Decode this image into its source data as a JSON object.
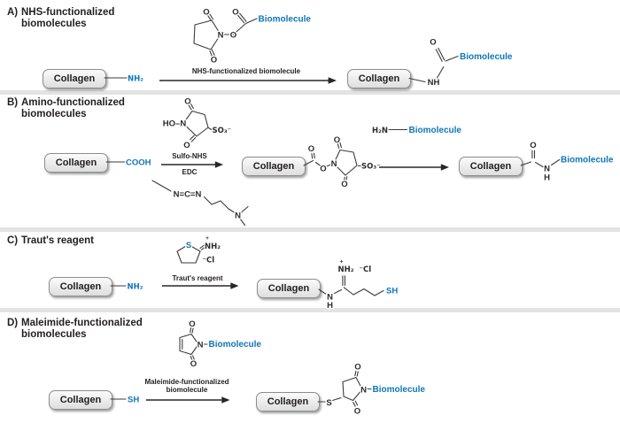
{
  "colors": {
    "accent_blue": "#1076b8",
    "bond": "#3e3a3b",
    "separator": "#e3e3e3"
  },
  "tokens": {
    "collagen": "Collagen",
    "biomolecule": "Biomolecule",
    "O": "O",
    "N": "N",
    "NH": "NH",
    "H": "H",
    "S": "S",
    "NH2": "NH₂",
    "H2N": "H₂N",
    "COOH": "COOH",
    "SH": "SH",
    "SO3": "SO₃⁻",
    "HON": "HO–N",
    "NCN": "N=C=N",
    "plus": "+",
    "Cl": "⁻Cl"
  },
  "panels": {
    "a": {
      "title_prefix": "A)",
      "title_line1": "NHS-functionalized",
      "title_line2": "biomolecules",
      "arrow_label": "NHS-functionalized biomolecule"
    },
    "b": {
      "title_prefix": "B)",
      "title_line1": "Amino-functionalized",
      "title_line2": "biomolecules",
      "arrow1_label_top": "Sulfo-NHS",
      "arrow1_label_bottom": "EDC"
    },
    "c": {
      "title_prefix": "C)",
      "title_line1": "Traut's reagent",
      "title_line2": "",
      "arrow_label": "Traut's reagent"
    },
    "d": {
      "title_prefix": "D)",
      "title_line1": "Maleimide-functionalized",
      "title_line2": "biomolecules",
      "arrow_label_line1": "Maleimide-functionalized",
      "arrow_label_line2": "biomolecule"
    }
  }
}
